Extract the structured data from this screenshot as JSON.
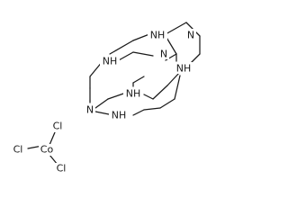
{
  "molecule": {
    "nitrogen_label": "N",
    "nitrogen_hydrogen_label": "NH",
    "cobalt_label": "Co",
    "chlorine_label": "Cl"
  }
}
